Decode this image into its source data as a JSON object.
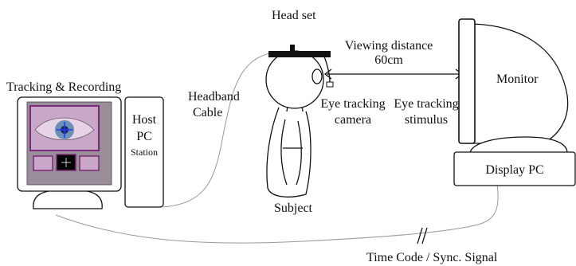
{
  "labels": {
    "head_set": "Head set",
    "viewing_distance_line1": "Viewing distance",
    "viewing_distance_line2": "60cm",
    "monitor": "Monitor",
    "tracking_recording": "Tracking & Recording",
    "headband_cable_line1": "Headband",
    "headband_cable_line2": "Cable",
    "host_line1": "Host",
    "host_line2": "PC",
    "host_line3": "Station",
    "eye_tracking_camera_line1": "Eye tracking",
    "eye_tracking_camera_line2": "camera",
    "eye_tracking_stimulus_line1": "Eye tracking",
    "eye_tracking_stimulus_line2": "stimulus",
    "display_pc": "Display PC",
    "subject": "Subject",
    "time_code": "Time Code / Sync. Signal"
  },
  "colors": {
    "line": "#111111",
    "cable": "#999999",
    "screen_frame": "#7a2a78",
    "screen_bg": "#c9a7c9",
    "iris": "#6b8fb5",
    "pupil_marker": "#2233ff"
  },
  "icons": {
    "monitor": "crt-monitor-icon",
    "host": "pc-tower-icon",
    "subject": "person-outline-icon",
    "display_pc": "desktop-box-icon"
  }
}
